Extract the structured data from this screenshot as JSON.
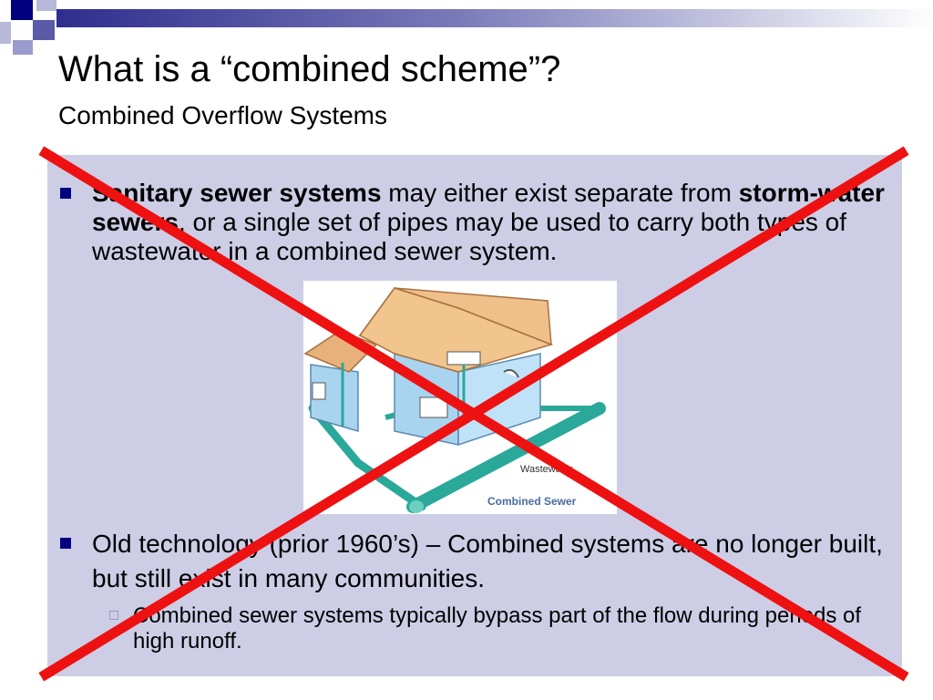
{
  "slide": {
    "title": "What is a “combined scheme”?",
    "subtitle": "Combined Overflow Systems"
  },
  "bullets": [
    {
      "bold1": "Sanitary sewer systems",
      "text1": " may either exist separate from ",
      "bold2": "storm-water sewers",
      "text2": ", or a single set of pipes may be used to carry both types of wastewater in a combined sewer system."
    },
    {
      "text": "Old technology (prior 1960’s) – Combined systems are no longer built, but still exist in many communities."
    }
  ],
  "sub_bullet": {
    "text": "Combined sewer systems typically bypass part of the flow during periods of high runoff."
  },
  "figure": {
    "label_wastewater": "Wastewater",
    "label_caption": "Combined Sewer"
  },
  "colors": {
    "cross": "#ee1111",
    "content_bg": "#cdcde6",
    "bullet": "#000080",
    "caption": "#4a6aa0"
  }
}
